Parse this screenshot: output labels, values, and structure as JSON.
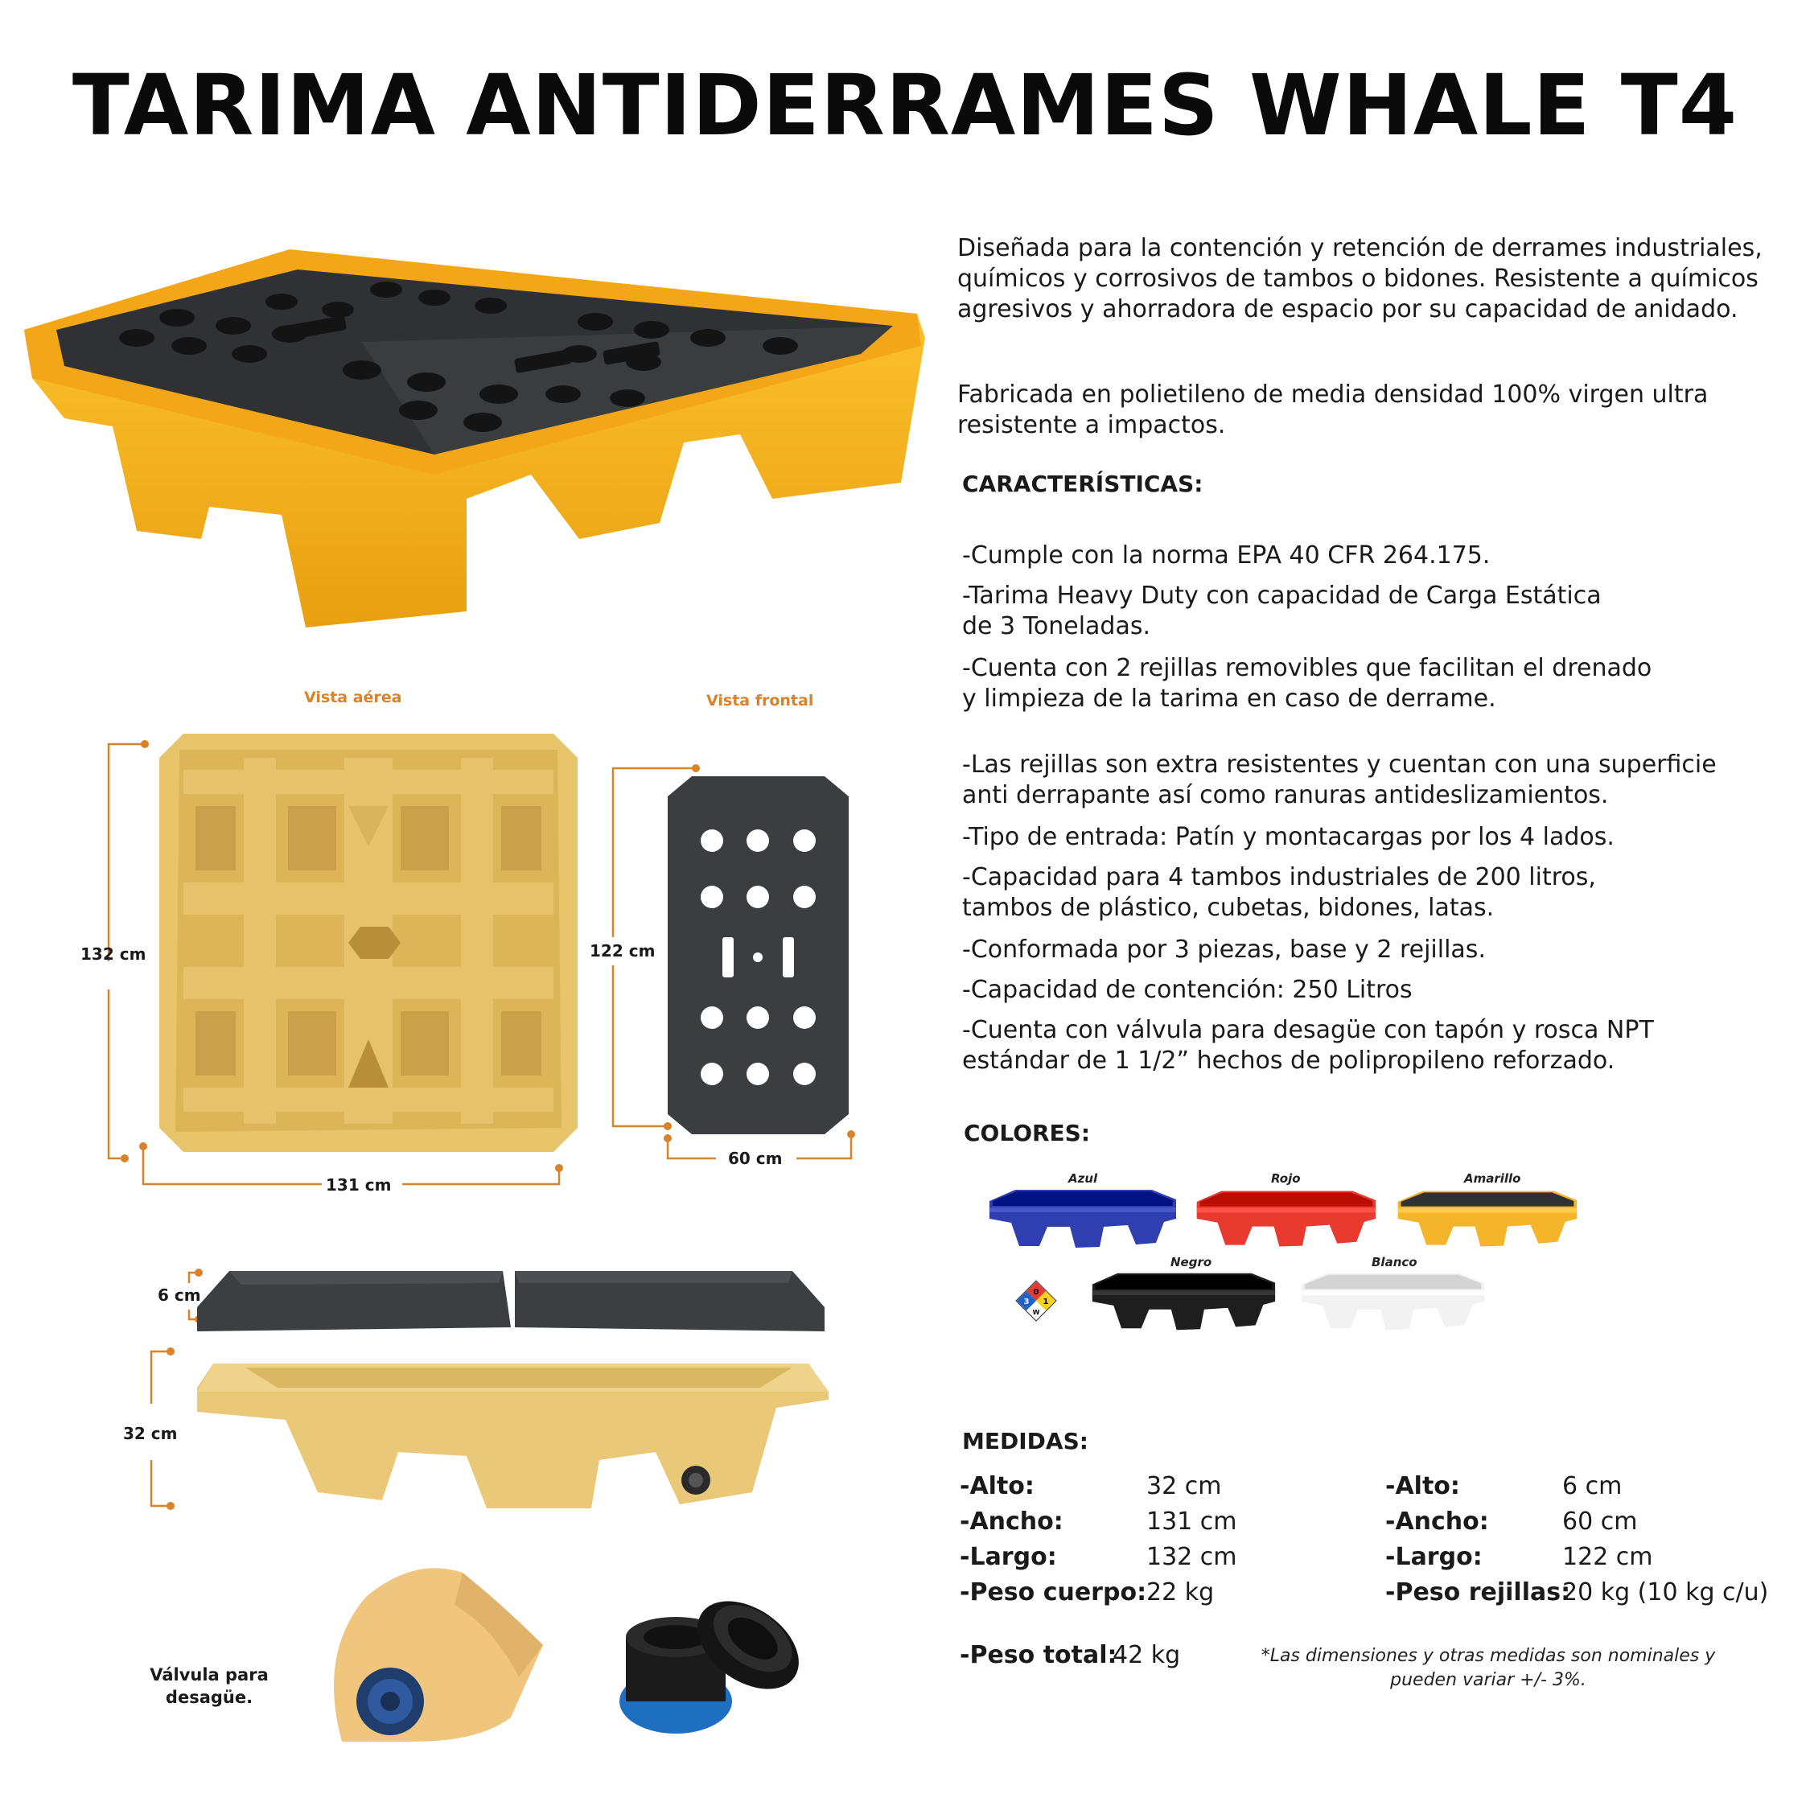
{
  "title": "TARIMA ANTIDERRAMES WHALE T4",
  "intro": [
    "Diseñada para la contención y retención de derrames industriales, químicos y corrosivos de tambos o bidones. Resistente a químicos agresivos y ahorradora de espacio por su capacidad de anidado.",
    "Fabricada en polietileno de media densidad 100% virgen ultra resistente a impactos."
  ],
  "features_heading": "CARACTERÍSTICAS:",
  "features": [
    "-Cumple con la norma EPA 40 CFR 264.175.",
    "-Tarima Heavy Duty con capacidad de Carga Estática\nde 3 Toneladas.",
    "-Cuenta con 2 rejillas removibles que facilitan el drenado\ny limpieza de la tarima en caso de derrame.",
    "-Las rejillas son extra resistentes y cuentan con una superficie\nanti derrapante así como ranuras antideslizamientos.",
    "-Tipo de entrada: Patín y montacargas por los 4 lados.",
    "-Capacidad para 4 tambos industriales de 200 litros,\ntambos de plástico, cubetas, bidones, latas.",
    "-Conformada por 3 piezas, base y 2 rejillas.",
    "-Capacidad de contención: 250 Litros",
    "-Cuenta con válvula para desagüe con tapón y rosca NPT\nestándar de 1 1/2” hechos de polipropileno reforzado."
  ],
  "colors_heading": "COLORES:",
  "colors": [
    {
      "name": "Azul",
      "hex": "#2f3fb0"
    },
    {
      "name": "Rojo",
      "hex": "#e83a2e"
    },
    {
      "name": "Amarillo",
      "hex": "#f5b52a"
    },
    {
      "name": "Negro",
      "hex": "#1e1e1e"
    },
    {
      "name": "Blanco",
      "hex": "#f2f2f2"
    }
  ],
  "views": {
    "aerial_label": "Vista aérea",
    "frontal_label": "Vista frontal",
    "aerial_height": "132 cm",
    "aerial_width": "131 cm",
    "frontal_height": "122 cm",
    "frontal_width": "60 cm",
    "grate_height": "6 cm",
    "base_height": "32 cm"
  },
  "valve_label": "Válvula para\ndesagüe.",
  "measures_heading": "MEDIDAS:",
  "measures_body": [
    {
      "label": "-Alto:",
      "value": "32 cm"
    },
    {
      "label": "-Ancho:",
      "value": "131 cm"
    },
    {
      "label": "-Largo:",
      "value": "132 cm"
    },
    {
      "label": "-Peso cuerpo:",
      "value": "22 kg"
    }
  ],
  "measures_grates": [
    {
      "label": "-Alto:",
      "value": "6 cm"
    },
    {
      "label": "-Ancho:",
      "value": "60 cm"
    },
    {
      "label": "-Largo:",
      "value": "122 cm"
    },
    {
      "label": "-Peso rejillas:",
      "value": "20 kg (10 kg c/u)"
    }
  ],
  "total": {
    "label": "-Peso total:",
    "value": "42 kg"
  },
  "note": "*Las dimensiones y otras medidas son nominales  y pueden variar +/- 3%.",
  "palette": {
    "orange": "#d9822b",
    "yellow": "#f7b51f",
    "tan": "#e8c66f",
    "grate": "#3c3f42"
  }
}
